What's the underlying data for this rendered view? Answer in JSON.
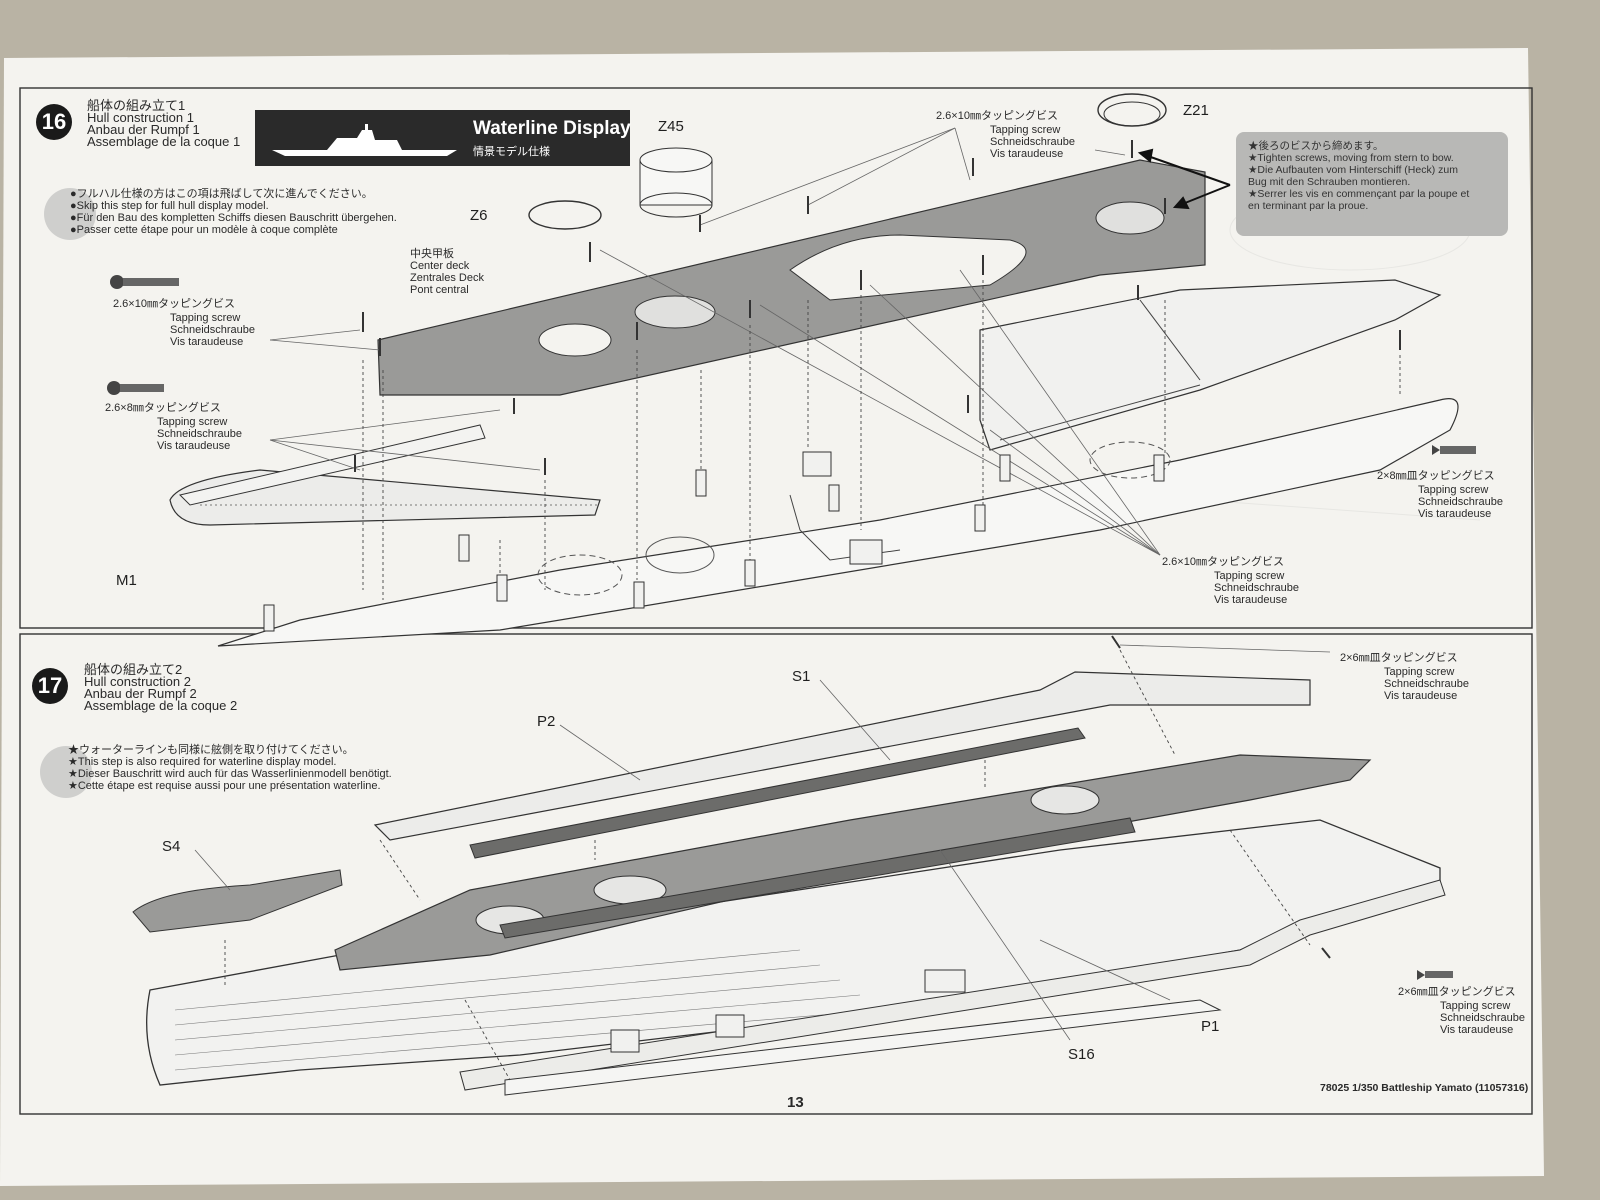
{
  "page": {
    "page_number": "13",
    "footer": "78025 1/350 Battleship Yamato (11057316)"
  },
  "step16": {
    "number": "16",
    "title_ja": "船体の組み立て1",
    "title_en": "Hull construction 1",
    "title_de": "Anbau der Rumpf 1",
    "title_fr": "Assemblage de la coque 1",
    "banner_title": "Waterline Display",
    "banner_sub": "情景モデル仕様",
    "skip_note": [
      "●フルハル仕様の方はこの項は飛ばして次に進んでください。",
      "●Skip this step for full hull display model.",
      "●Für den Bau des kompletten Schiffs diesen Bauschritt übergehen.",
      "●Passer cette étape pour un modèle à coque complète"
    ],
    "screw_a": [
      "2.6×10㎜タッピングビス",
      "Tapping screw",
      "Schneidschraube",
      "Vis taraudeuse"
    ],
    "screw_b": [
      "2.6×8㎜タッピングビス",
      "Tapping screw",
      "Schneidschraube",
      "Vis taraudeuse"
    ],
    "screw_top": [
      "2.6×10㎜タッピングビス",
      "Tapping screw",
      "Schneidschraube",
      "Vis taraudeuse"
    ],
    "screw_right": [
      "2×8㎜皿タッピングビス",
      "Tapping screw",
      "Schneidschraube",
      "Vis taraudeuse"
    ],
    "screw_bottom": [
      "2.6×10㎜タッピングビス",
      "Tapping screw",
      "Schneidschraube",
      "Vis taraudeuse"
    ],
    "center_deck": [
      "中央甲板",
      "Center deck",
      "Zentrales Deck",
      "Pont central"
    ],
    "tip_note": [
      "★後ろのビスから締めます。",
      "★Tighten screws, moving from stern to bow.",
      "★Die Aufbauten vom Hinterschiff (Heck) zum",
      "Bug mit den Schrauben montieren.",
      "★Serrer les vis en commençant par la poupe et",
      "en terminant par la proue."
    ],
    "parts": {
      "z45": "Z45",
      "z6": "Z6",
      "z21": "Z21",
      "m1": "M1"
    }
  },
  "step17": {
    "number": "17",
    "title_ja": "船体の組み立て2",
    "title_en": "Hull construction 2",
    "title_de": "Anbau der Rumpf 2",
    "title_fr": "Assemblage de la coque 2",
    "note": [
      "★ウォーターラインも同様に舷側を取り付けてください。",
      "★This step is also required for waterline display model.",
      "★Dieser Bauschritt wird auch für das Wasserlinienmodell benötigt.",
      "★Cette étape est requise aussi pour une présentation waterline."
    ],
    "screw_top": [
      "2×6㎜皿タッピングビス",
      "Tapping screw",
      "Schneidschraube",
      "Vis taraudeuse"
    ],
    "screw_bottom": [
      "2×6㎜皿タッピングビス",
      "Tapping screw",
      "Schneidschraube",
      "Vis taraudeuse"
    ],
    "parts": {
      "s1": "S1",
      "p2": "P2",
      "s4": "S4",
      "p1": "P1",
      "s16": "S16"
    }
  },
  "colors": {
    "background": "#b9b3a4",
    "paper": "#f4f3ef",
    "ink": "#2a2a2a",
    "deck": "#9a9a98",
    "note_box": "#b8b8b6"
  }
}
